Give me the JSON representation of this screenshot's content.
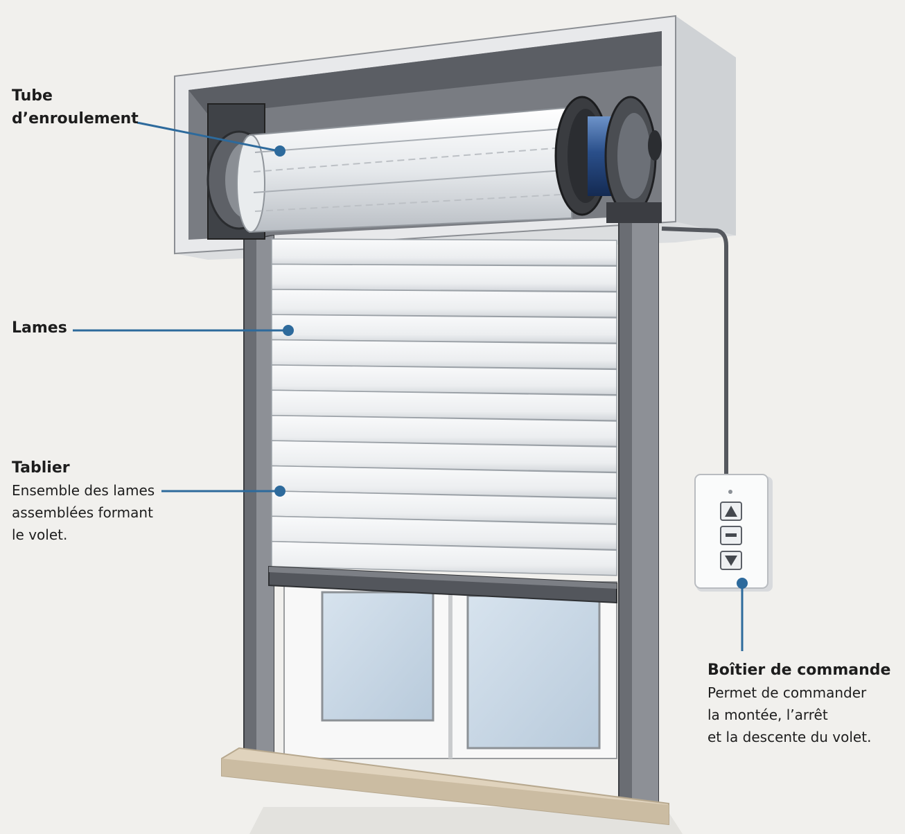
{
  "labels": {
    "tube": {
      "title_line1": "Tube",
      "title_line2": "d’enroulement"
    },
    "lames": {
      "title": "Lames"
    },
    "tablier": {
      "title": "Tablier",
      "desc_line1": "Ensemble des lames",
      "desc_line2": "assemblées formant",
      "desc_line3": "le volet."
    },
    "boitier": {
      "title": "Boîtier de commande",
      "desc_line1": "Permet de commander",
      "desc_line2": "la montée, l’arrêt",
      "desc_line3": "et la descente du volet."
    }
  },
  "colors": {
    "accent": "#2d6a9c",
    "frame": "#5e6167",
    "slat": "#eef0f1",
    "motor": "#2a4f8a",
    "wall": "#f1f0ed"
  },
  "control_box": {
    "buttons": [
      {
        "name": "up-arrow-icon",
        "glyph": "▲"
      },
      {
        "name": "stop-icon",
        "glyph": "▬"
      },
      {
        "name": "down-arrow-icon",
        "glyph": "▼"
      }
    ]
  }
}
